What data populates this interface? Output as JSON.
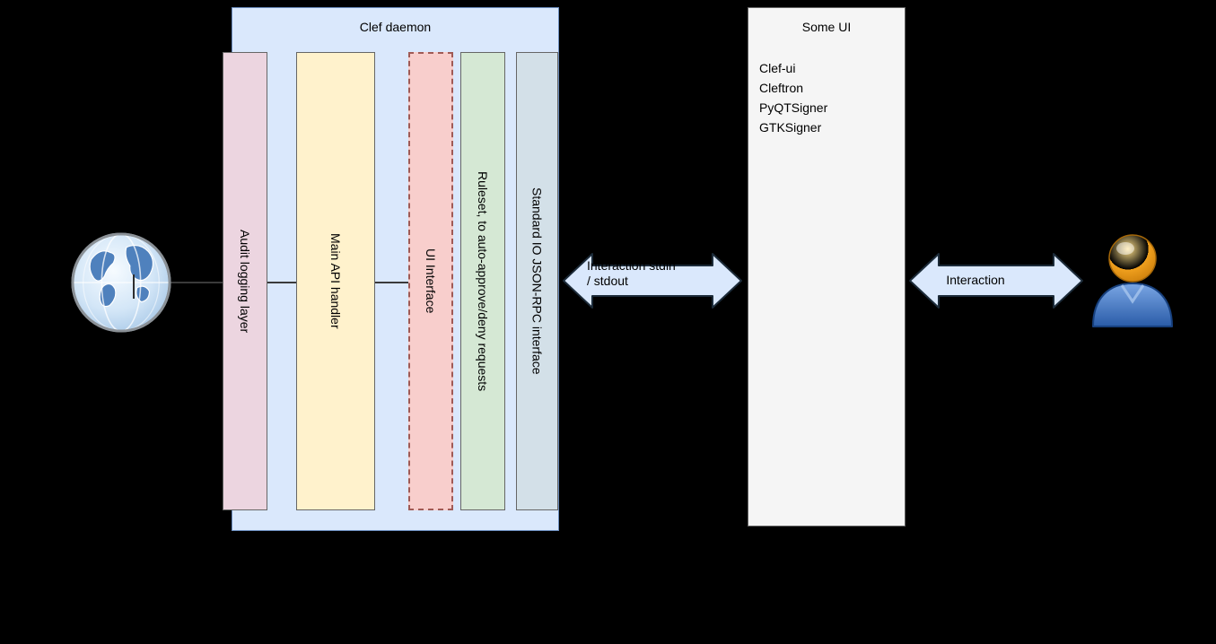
{
  "clef_daemon": {
    "title": "Clef daemon",
    "columns": [
      {
        "label": "Audit logging layer"
      },
      {
        "label": "Main API handler"
      },
      {
        "label": "UI Interface"
      },
      {
        "label": "Ruleset, to auto-approve/deny requests"
      },
      {
        "label": "Standard IO JSON-RPC interface"
      }
    ]
  },
  "some_ui": {
    "title": "Some UI",
    "items": [
      "Clef-ui",
      "Cleftron",
      "PyQTSigner",
      "GTKSigner"
    ]
  },
  "arrows": {
    "left": {
      "line1": "Interaction stdin",
      "line2": "/ stdout"
    },
    "right": {
      "label": "Interaction"
    }
  },
  "icons": {
    "left": "globe-icon",
    "right": "user-icon"
  },
  "colors": {
    "canvas_bg": "#000000",
    "clef_container": "#dae8fc",
    "clef_container_border": "#6c8ebf",
    "audit_column": "#ecd5e0",
    "api_column": "#fff2cc",
    "ui_interface_column": "#f8cecc",
    "ruleset_column": "#d5e8d4",
    "stdio_column": "#d3e0e8",
    "some_ui_box": "#f5f5f5",
    "arrow_fill": "#dae8fc"
  }
}
